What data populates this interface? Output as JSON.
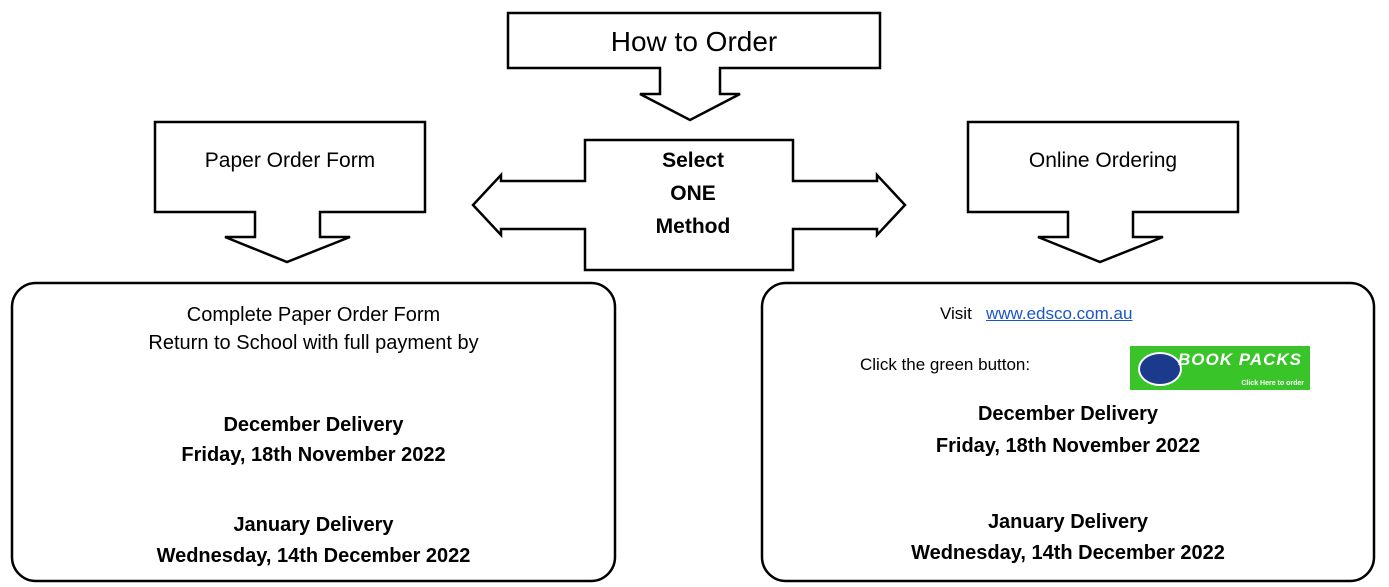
{
  "title": "How to Order",
  "left_header": "Paper Order Form",
  "right_header": "Online Ordering",
  "center_lines": [
    "Select",
    "ONE",
    "Method"
  ],
  "left_panel": {
    "line1": "Complete Paper Order Form",
    "line2": "Return to School with full payment by",
    "dec_heading": "December Delivery",
    "dec_date": "Friday, 18th  November 2022",
    "jan_heading": "January Delivery",
    "jan_date": "Wednesday, 14th  December 2022"
  },
  "right_panel": {
    "visit_label": "Visit",
    "link_text": "www.edsco.com.au",
    "click_text": "Click the green button:",
    "button_text": "BOOK PACKS",
    "button_subtext": "Click Here to order",
    "dec_heading": "December Delivery",
    "dec_date": "Friday, 18th  November 2022",
    "jan_heading": "January Delivery",
    "jan_date": "Wednesday, 14th  December 2022"
  },
  "colors": {
    "link": "#1a56c8",
    "button_bg": "#39c52a"
  }
}
